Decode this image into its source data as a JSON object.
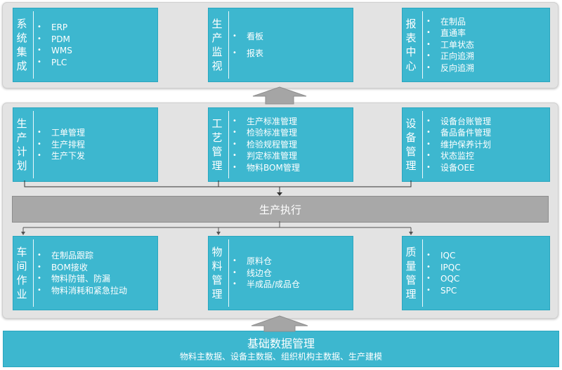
{
  "top_modules": [
    {
      "title_chars": [
        "系",
        "统",
        "集",
        "成"
      ],
      "items": [
        "ERP",
        "PDM",
        "WMS",
        "PLC"
      ]
    },
    {
      "title_chars": [
        "生",
        "产",
        "监",
        "视"
      ],
      "items": [
        "看板",
        "报表"
      ]
    },
    {
      "title_chars": [
        "报",
        "表",
        "中",
        "心"
      ],
      "items": [
        "在制品",
        "直通率",
        "工单状态",
        "正向追溯",
        "反向追溯"
      ]
    }
  ],
  "middle_modules": [
    {
      "title_chars": [
        "生",
        "产",
        "计",
        "划"
      ],
      "items": [
        "工单管理",
        "生产排程",
        "生产下发"
      ]
    },
    {
      "title_chars": [
        "工",
        "艺",
        "管",
        "理"
      ],
      "items": [
        "生产标准管理",
        "检验标准管理",
        "检验规程管理",
        "判定标准管理",
        "物料BOM管理"
      ]
    },
    {
      "title_chars": [
        "设",
        "备",
        "管",
        "理"
      ],
      "items": [
        "设备台账管理",
        "备品备件管理",
        "维护保养计划",
        "状态监控",
        "设备OEE"
      ]
    }
  ],
  "execution_bar": {
    "label": "生产执行"
  },
  "bottom_modules": [
    {
      "title_chars": [
        "车",
        "间",
        "作",
        "业"
      ],
      "items": [
        "在制品跟踪",
        "BOM接收",
        "物料防错、防漏",
        "物料消耗和紧急拉动"
      ]
    },
    {
      "title_chars": [
        "物",
        "料",
        "管",
        "理"
      ],
      "items": [
        "原料仓",
        "线边仓",
        "半成品/成品仓"
      ]
    },
    {
      "title_chars": [
        "质",
        "量",
        "管",
        "理"
      ],
      "items": [
        "IQC",
        "IPQC",
        "OQC",
        "SPC"
      ]
    }
  ],
  "foundation": {
    "title": "基础数据管理",
    "subtitle": "物料主数据、设备主数据、组织机构主数据、生产建模"
  },
  "colors": {
    "card": "#3db7cf",
    "panel": "#e3e3e3",
    "bar": "#a8a8a8",
    "arrow": "#9a9a9a"
  }
}
